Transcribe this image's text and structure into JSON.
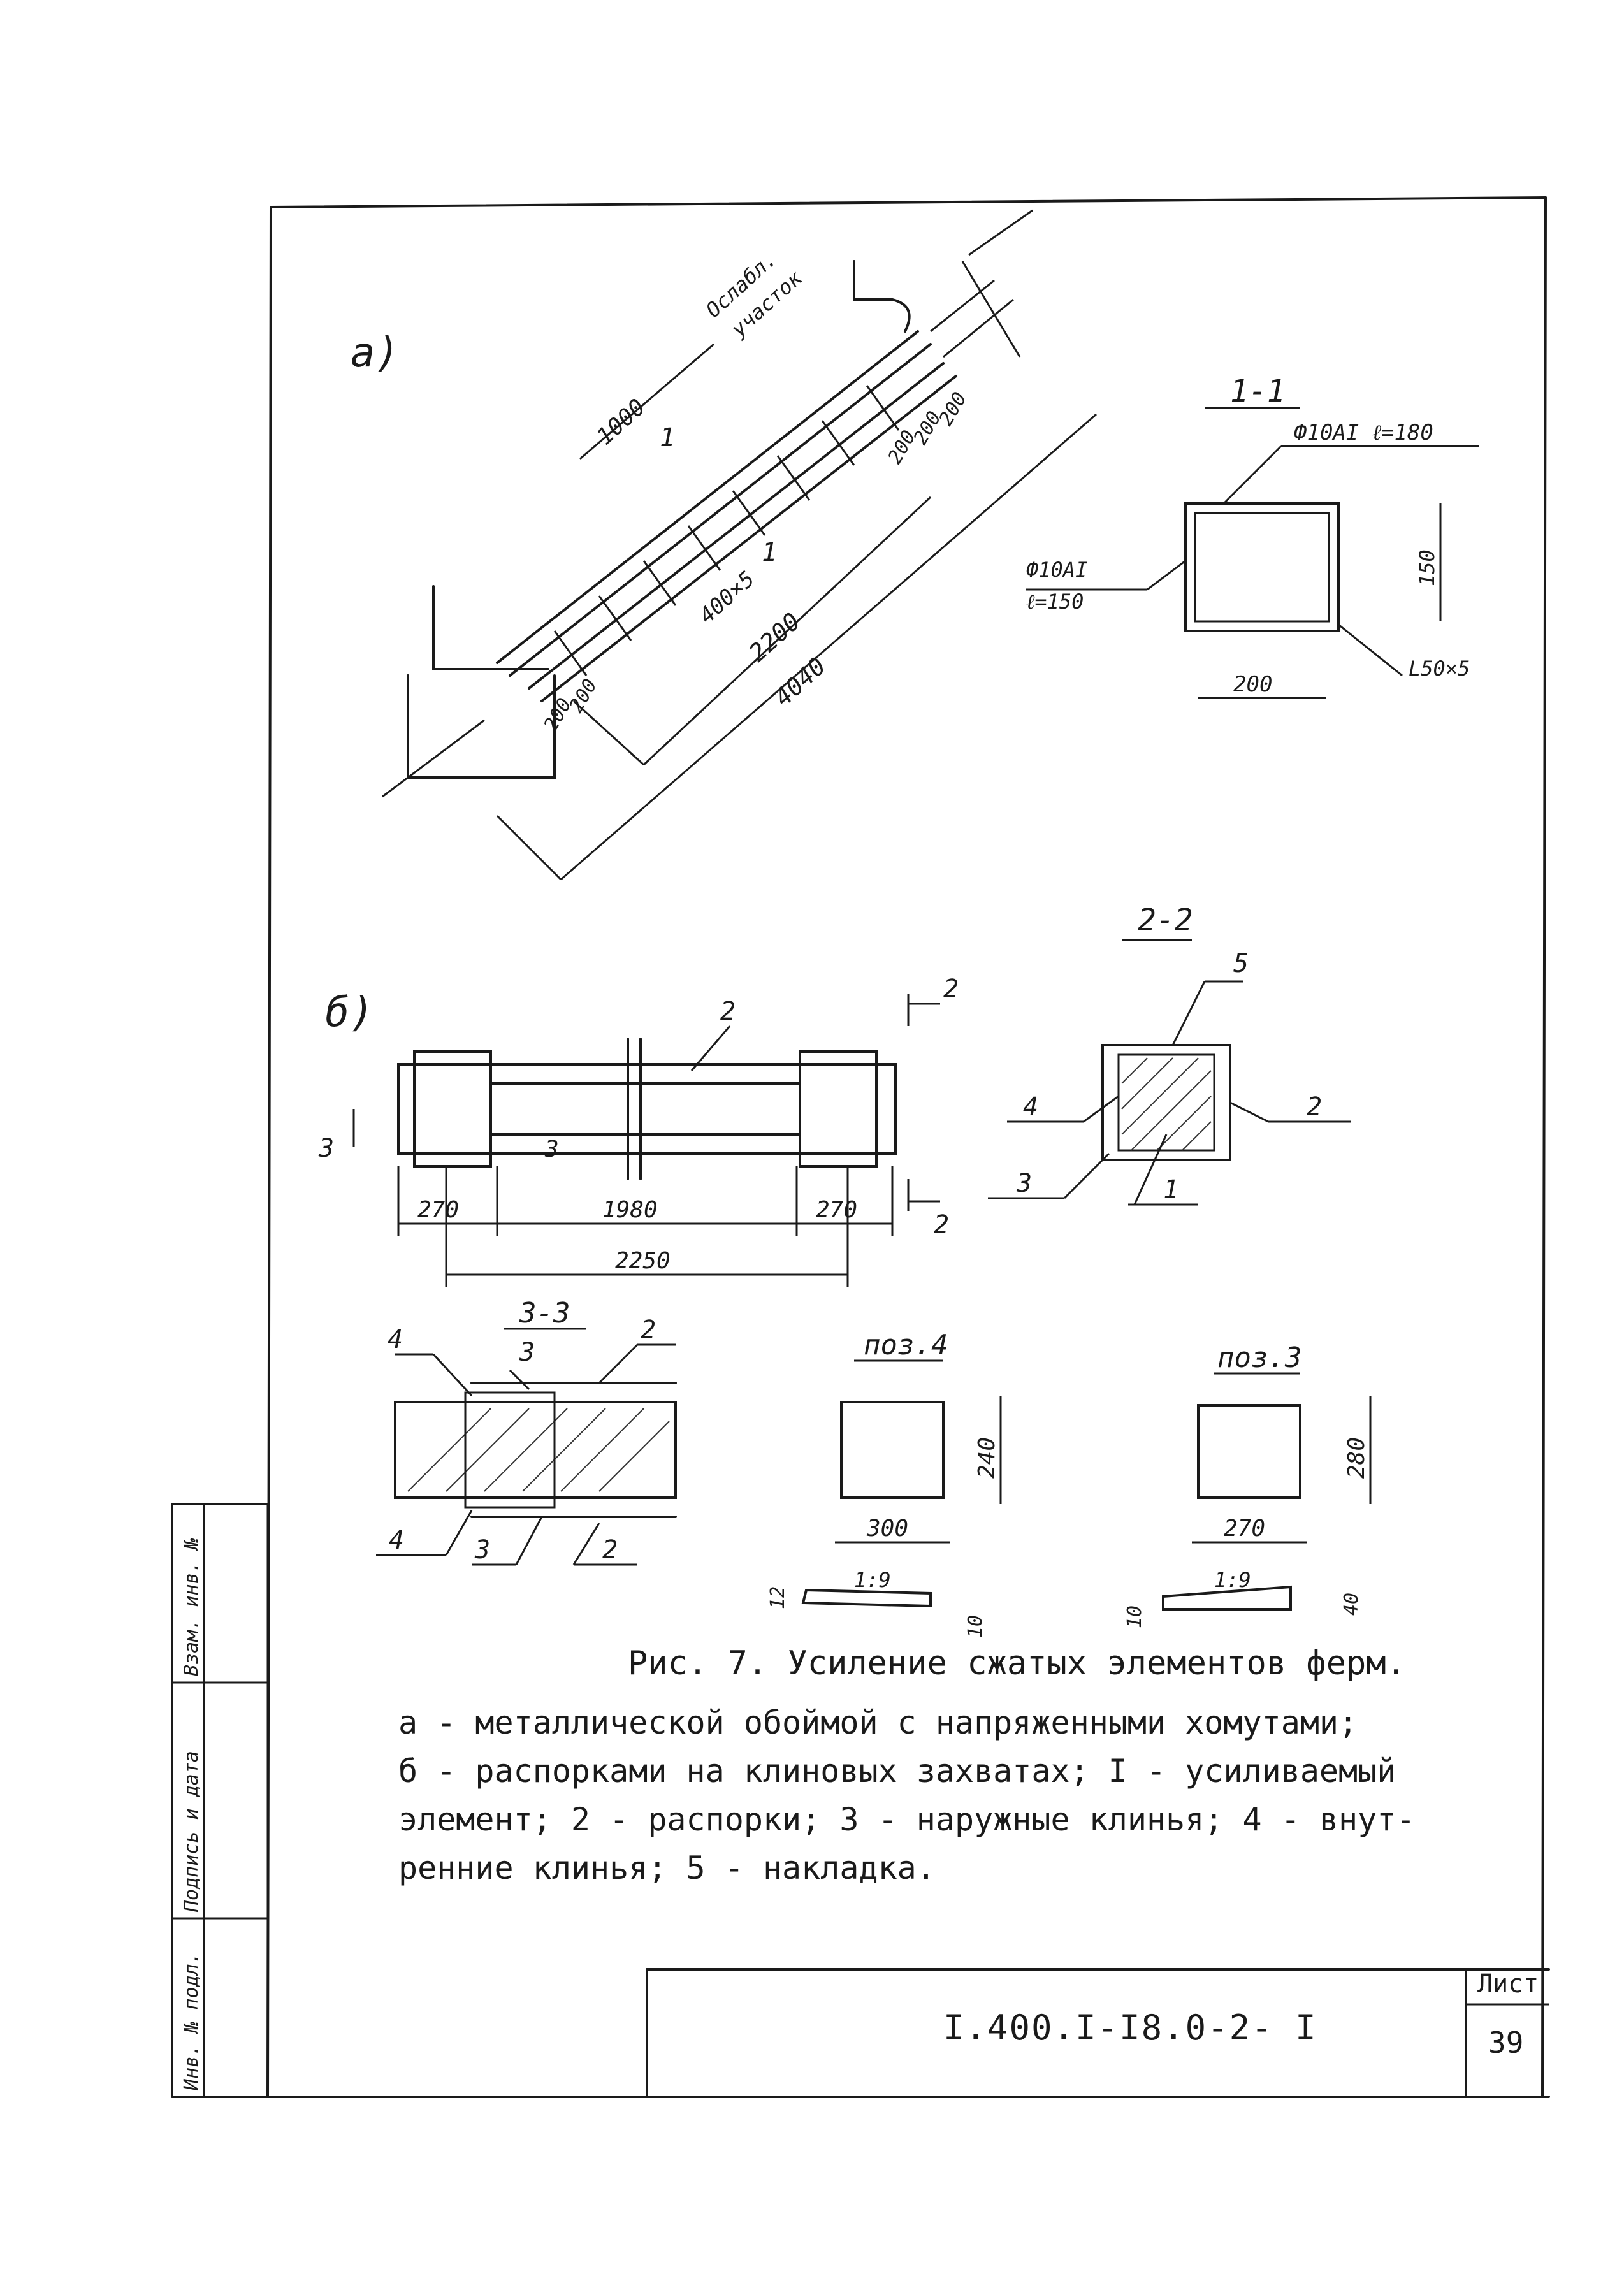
{
  "figure": {
    "caption_title": "Рис. 7. Усиление сжатых элементов ферм.",
    "legend_lines": [
      "а - металлической обоймой с напряженными хомутами;",
      "б - распорками на клиновых захватах; I - усиливаемый",
      "элемент; 2 - распорки; 3 - наружные клинья; 4 - внут-",
      "ренние клинья; 5 - накладка."
    ]
  },
  "view_a": {
    "label": "а)",
    "dims": [
      "1000",
      "400×5",
      "2200",
      "4040",
      "200",
      "200",
      "200",
      "200",
      "200"
    ],
    "weakened_zone_lines": [
      "Ослабл.",
      "участок"
    ],
    "section_mark": "1"
  },
  "section_1_1": {
    "title": "1-1",
    "callout_top": "Ф10АI  ℓ=180",
    "callout_left_1": "Ф10АI",
    "callout_left_2": "ℓ=150",
    "callout_right": "L50×5",
    "dim_height": "150",
    "dim_width": "200"
  },
  "view_b": {
    "label": "б)",
    "dims": [
      "270",
      "1980",
      "270",
      "2250"
    ],
    "part_label": "2",
    "section_3_mark": "3",
    "section_2_mark": "2"
  },
  "section_2_2": {
    "title": "2-2",
    "labels": [
      "5",
      "4",
      "2",
      "3",
      "1"
    ]
  },
  "section_3_3": {
    "title": "3-3",
    "labels_top": [
      "4",
      "3",
      "2"
    ],
    "labels_bottom": [
      "4",
      "3",
      "2"
    ]
  },
  "pos4": {
    "title": "поз.4",
    "dim_height": "240",
    "dim_width": "300",
    "slope": "1:9",
    "thick_left": "12",
    "thick_right": "10"
  },
  "pos3": {
    "title": "поз.3",
    "dim_height": "280",
    "dim_width": "270",
    "slope": "1:9",
    "thick_left": "10",
    "thick_right": "40"
  },
  "side_stamp": {
    "col1": "Инв. № подл.",
    "col2": "Подпись и дата",
    "col3": "Взам. инв. №"
  },
  "title_block": {
    "doc_code": "I.400.I-I8.0-2- I",
    "sheet_label": "Лист",
    "sheet_number": "39"
  }
}
